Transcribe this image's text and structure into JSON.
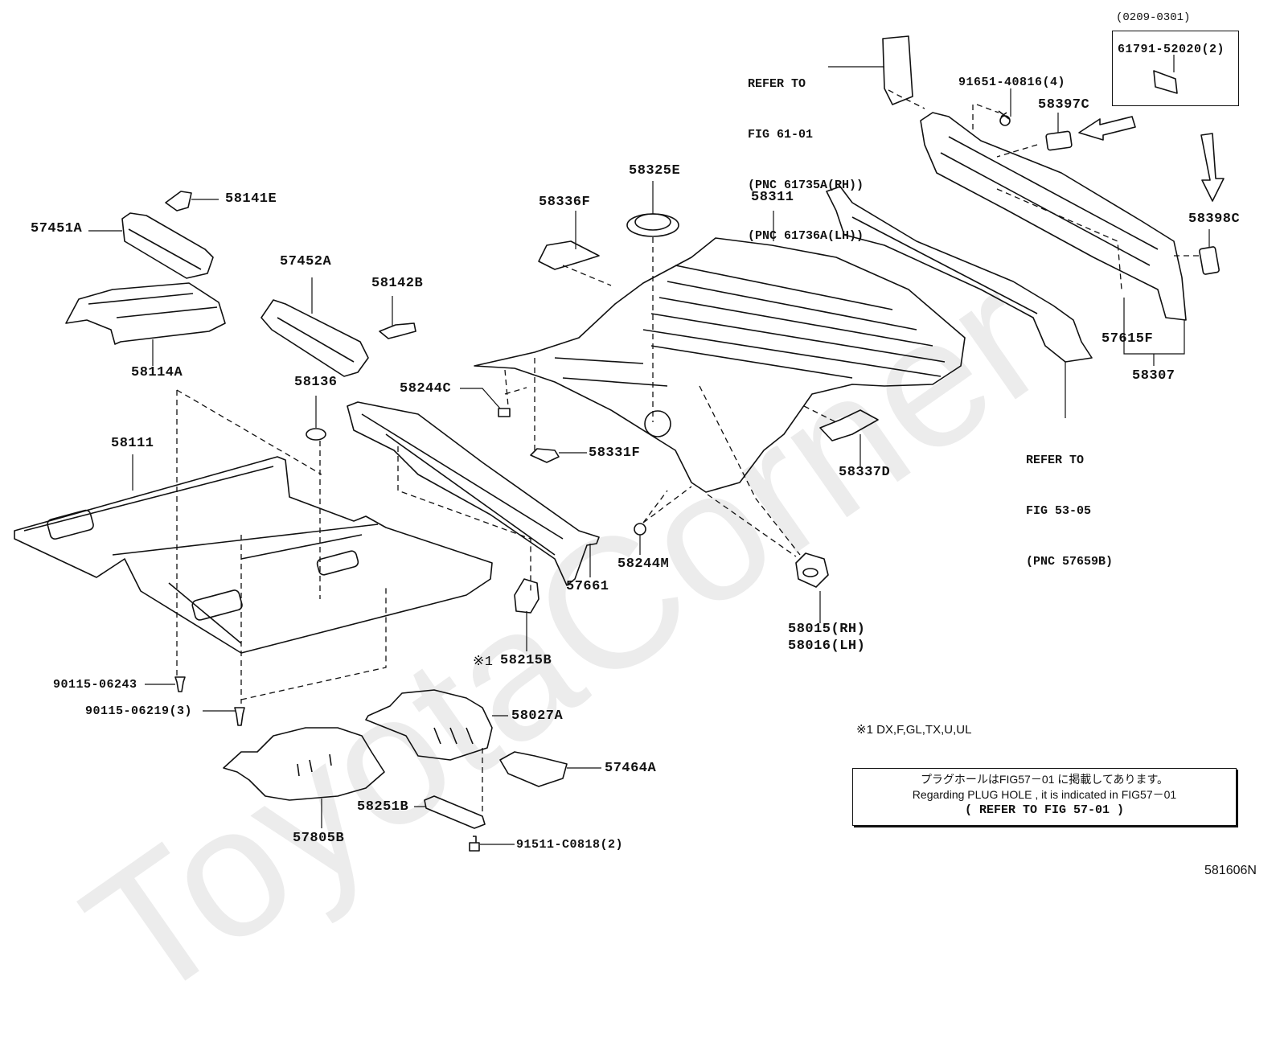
{
  "watermark": "ToyotaCorner",
  "diagram_id": "581606N",
  "date_range": "(0209-0301)",
  "inset_part": "61791-52020(2)",
  "labels": {
    "p58141E": "58141E",
    "p57451A": "57451A",
    "p58114A": "58114A",
    "p57452A": "57452A",
    "p58142B": "58142B",
    "p58136": "58136",
    "p58111": "58111",
    "p58336F": "58336F",
    "p58325E": "58325E",
    "p58311": "58311",
    "p58244C": "58244C",
    "p58331F": "58331F",
    "p57661": "57661",
    "p58244M": "58244M",
    "p58215B": "58215B",
    "p58215B_mark": "※1",
    "p58337D": "58337D",
    "p58015": "58015(RH)",
    "p58016": "58016(LH)",
    "p91651": "91651-40816(4)",
    "p58397C": "58397C",
    "p58398C": "58398C",
    "p57615F": "57615F",
    "p58307": "58307",
    "p90115_06243": "90115-06243",
    "p90115_06219": "90115-06219(3)",
    "p58027A": "58027A",
    "p57464A": "57464A",
    "p58251B": "58251B",
    "p57805B": "57805B",
    "p91511": "91511-C0818(2)"
  },
  "refs": {
    "fig61": [
      "REFER TO",
      "FIG 61-01",
      "(PNC 61735A(RH))",
      "(PNC 61736A(LH))"
    ],
    "fig53": [
      "REFER TO",
      "FIG 53-05",
      "(PNC 57659B)"
    ]
  },
  "footnote": "※1 DX,F,GL,TX,U,UL",
  "plug_note": {
    "jp": "プラグホールはFIG57－01 に掲載してあります。",
    "en": "Regarding PLUG HOLE , it is indicated in FIG57－01",
    "refer": "( REFER TO FIG 57-01 )"
  }
}
